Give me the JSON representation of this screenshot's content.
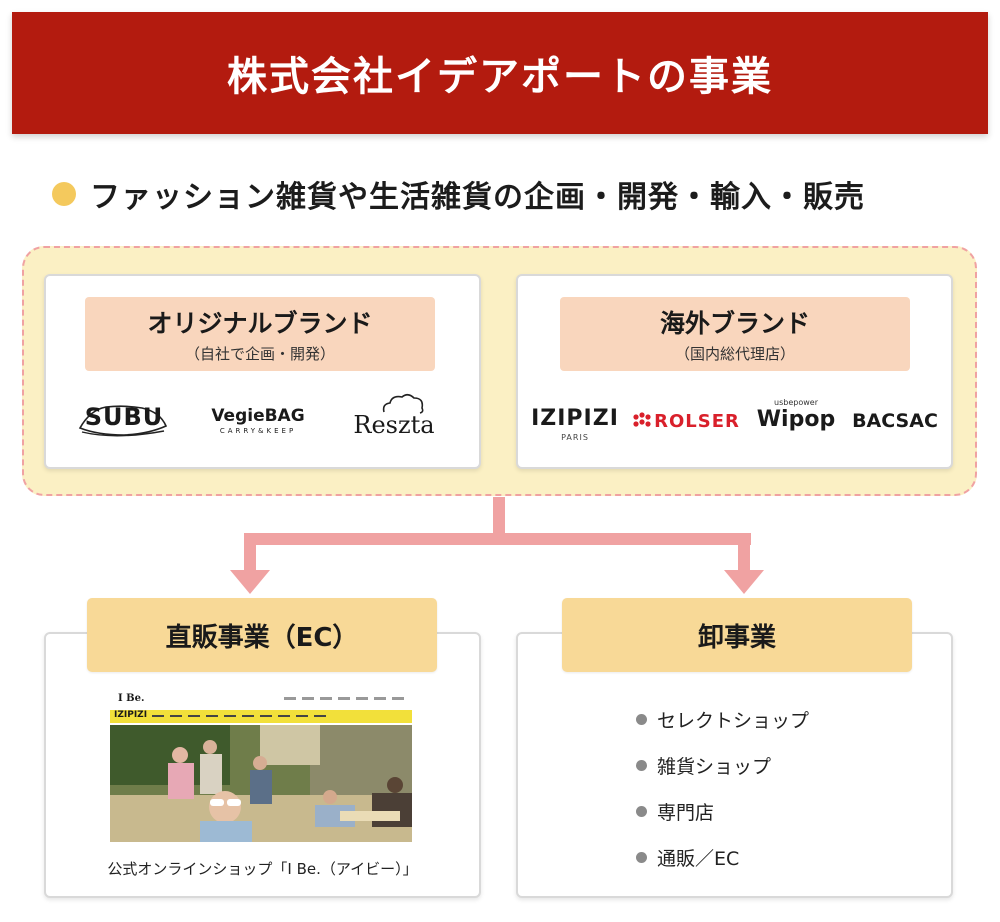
{
  "title": "株式会社イデアポートの事業",
  "subtitle": "ファッション雑貨や生活雑貨の企画・開発・輸入・販売",
  "colors": {
    "banner": "#b31b0f",
    "bullet": "#f4c95d",
    "frame_bg": "#fbf0c4",
    "frame_border": "#f0a2a2",
    "brand_header": "#f9d6bd",
    "section_header": "#f8d997",
    "connector": "#f0a2a2"
  },
  "original_brand": {
    "title": "オリジナルブランド",
    "subtitle": "（自社で企画・開発）",
    "logos": [
      {
        "name": "SUBU",
        "icon": "sandal-icon"
      },
      {
        "name": "VegieBAG",
        "tagline": "CARRY&KEEP"
      },
      {
        "name": "Reszta",
        "icon": "cloud-icon"
      }
    ]
  },
  "overseas_brand": {
    "title": "海外ブランド",
    "subtitle": "（国内総代理店）",
    "logos": [
      {
        "name": "IZIPIZI",
        "tagline": "PARIS"
      },
      {
        "name": "ROLSER",
        "icon": "dots-icon"
      },
      {
        "name": "Wipop",
        "tagline": "usbepower"
      },
      {
        "name": "BACSAC"
      }
    ]
  },
  "direct_sales": {
    "title": "直販事業（EC）",
    "caption": "公式オンラインショップ「I Be.（アイビー）」",
    "site_logo": "I Be.",
    "nav_logo": "IZIPIZI"
  },
  "wholesale": {
    "title": "卸事業",
    "items": [
      "セレクトショップ",
      "雑貨ショップ",
      "専門店",
      "通販／EC"
    ]
  }
}
